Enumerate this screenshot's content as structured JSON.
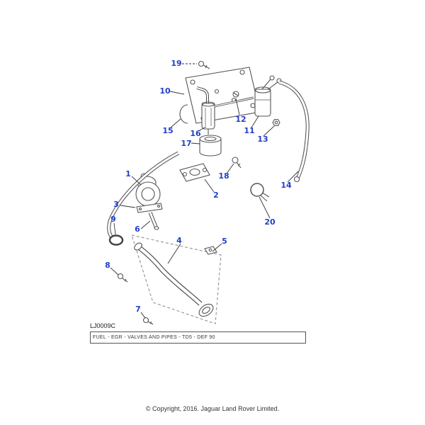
{
  "diagram": {
    "code": "LJ0009C",
    "caption": "FUEL - EGR - VALVES AND PIPES - TD5 - DEF 90",
    "callout_color": "#2140c7",
    "callouts": [
      {
        "num": "1"
      },
      {
        "num": "2"
      },
      {
        "num": "3"
      },
      {
        "num": "4"
      },
      {
        "num": "5"
      },
      {
        "num": "6"
      },
      {
        "num": "7"
      },
      {
        "num": "8"
      },
      {
        "num": "9"
      },
      {
        "num": "10"
      },
      {
        "num": "11"
      },
      {
        "num": "12"
      },
      {
        "num": "13"
      },
      {
        "num": "14"
      },
      {
        "num": "15"
      },
      {
        "num": "16"
      },
      {
        "num": "17"
      },
      {
        "num": "18"
      },
      {
        "num": "19"
      },
      {
        "num": "20"
      }
    ]
  },
  "footer": {
    "copyright": "© Copyright, 2016. Jaguar Land Rover Limited."
  }
}
